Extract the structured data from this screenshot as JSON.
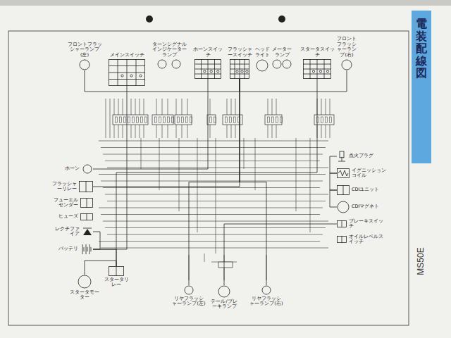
{
  "diagram": {
    "title": "電装配線図",
    "nodes": [
      {
        "text": [
          "フロントフラッシャーランプ(左)"
        ]
      },
      {
        "text": [
          "メインスイッチ"
        ]
      },
      {
        "text": [
          "ターンシグナルインジケーターランプ"
        ]
      },
      {
        "text": [
          "ホーンスイッチ"
        ]
      },
      {
        "text": [
          "フラッシャースイッチ"
        ]
      },
      {
        "text": [
          "ヘッドライト"
        ]
      },
      {
        "text": [
          "メーターランプ"
        ]
      },
      {
        "text": [
          "スタータスイッチ"
        ]
      },
      {
        "text": [
          "フロントフラッシャーランプ(右)"
        ]
      },
      {
        "text": [
          "ホーン"
        ]
      },
      {
        "text": [
          "フラッシャーリレー"
        ]
      },
      {
        "text": [
          "フューエルセンダー"
        ]
      },
      {
        "text": [
          "ヒューズ"
        ]
      },
      {
        "text": [
          "レクチファイア"
        ]
      },
      {
        "text": [
          "バッテリ"
        ]
      },
      {
        "text": [
          "スタータリレー"
        ]
      },
      {
        "text": [
          "スタータモーター"
        ]
      },
      {
        "text": [
          "リヤフラッシャーランプ(左)"
        ]
      },
      {
        "text": [
          "テール/ブレーキランプ"
        ]
      },
      {
        "text": [
          "リヤフラッシャーランプ(右)"
        ]
      },
      {
        "text": [
          "点火プラグ"
        ]
      },
      {
        "text": [
          "イグニッションコイル"
        ]
      },
      {
        "text": [
          "CDIユニット"
        ]
      },
      {
        "text": [
          "CDIマグネト"
        ]
      },
      {
        "text": [
          "ブレーキスイッチ"
        ]
      },
      {
        "text": [
          "オイルレベルスイッチ"
        ]
      }
    ],
    "edges": [
      {
        "from": 14,
        "to": 15,
        "arrow": "none"
      },
      {
        "from": 15,
        "to": 16,
        "arrow": "none"
      },
      {
        "from": 7,
        "to": 15,
        "arrow": "none"
      },
      {
        "from": 1,
        "to": 14,
        "arrow": "none"
      },
      {
        "from": 10,
        "to": 4,
        "arrow": "none"
      },
      {
        "from": 4,
        "to": 0,
        "arrow": "none"
      },
      {
        "from": 4,
        "to": 8,
        "arrow": "none"
      },
      {
        "from": 4,
        "to": 17,
        "arrow": "none"
      },
      {
        "from": 4,
        "to": 19,
        "arrow": "none"
      },
      {
        "from": 21,
        "to": 20,
        "arrow": "none"
      },
      {
        "from": 22,
        "to": 21,
        "arrow": "none"
      },
      {
        "from": 23,
        "to": 22,
        "arrow": "none"
      },
      {
        "from": 13,
        "to": 14,
        "arrow": "none"
      },
      {
        "from": 9,
        "to": 3,
        "arrow": "none"
      },
      {
        "from": 24,
        "to": 18,
        "arrow": "none"
      }
    ],
    "labels": [
      "MS50E"
    ]
  }
}
